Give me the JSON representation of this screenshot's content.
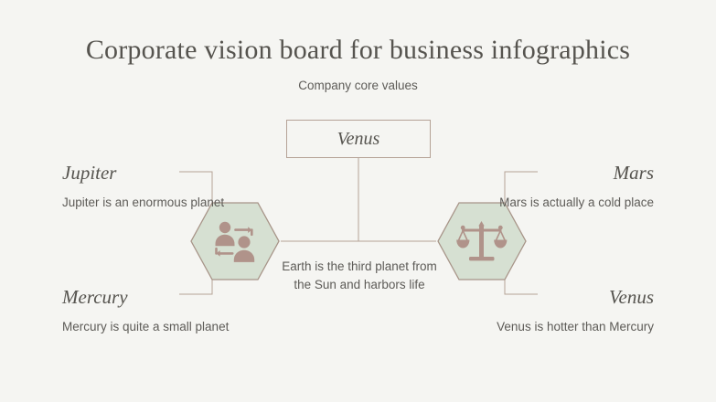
{
  "header": {
    "title": "Corporate vision board for business infographics",
    "subtitle": "Company core values"
  },
  "colors": {
    "background": "#f5f5f2",
    "line": "#b5a296",
    "hex_fill": "#d6e0d2",
    "hex_stroke": "#a79488",
    "icon": "#b0938a",
    "heading_text": "#56544f",
    "body_text": "#5d5b57"
  },
  "center_box": {
    "label": "Venus"
  },
  "center_caption": {
    "text": "Earth is the third planet from the Sun and harbors life"
  },
  "nodes": {
    "left_hexagon": {
      "icon": "people-exchange-icon"
    },
    "right_hexagon": {
      "icon": "balance-scales-icon"
    }
  },
  "items": [
    {
      "id": "jupiter",
      "planet": "Jupiter",
      "description": "Jupiter is an enormous planet",
      "side": "left",
      "position": "top"
    },
    {
      "id": "mercury",
      "planet": "Mercury",
      "description": "Mercury is quite a small planet",
      "side": "left",
      "position": "bottom"
    },
    {
      "id": "mars",
      "planet": "Mars",
      "description": "Mars is actually a cold place",
      "side": "right",
      "position": "top"
    },
    {
      "id": "venus",
      "planet": "Venus",
      "description": "Venus is hotter than Mercury",
      "side": "right",
      "position": "bottom"
    }
  ]
}
